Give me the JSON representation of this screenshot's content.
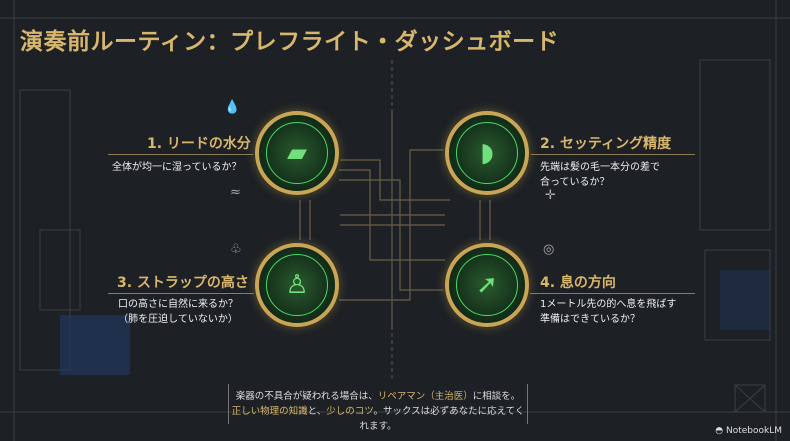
{
  "title": "演奏前ルーティン：プレフライト・ダッシュボード",
  "items": [
    {
      "heading": "1. リードの水分",
      "desc": [
        "全体が均一に湿っているか？"
      ],
      "icon": "reed-icon"
    },
    {
      "heading": "2. セッティング精度",
      "desc": [
        "先端は髪の毛一本分の差で",
        "合っているか？"
      ],
      "icon": "mouthpiece-icon"
    },
    {
      "heading": "3. ストラップの高さ",
      "desc": [
        "口の高さに自然に来るか？",
        "（肺を圧迫していないか）"
      ],
      "icon": "player-icon"
    },
    {
      "heading": "4. 息の方向",
      "desc": [
        "1メートル先の的へ息を飛ばす",
        "準備はできているか？"
      ],
      "icon": "arrow-target-icon"
    }
  ],
  "footer": {
    "line1_a": "楽器の不具合が疑われる場合は、",
    "line1_b": "リペアマン（主治医）",
    "line1_c": "に相談を。",
    "line2_a": "正しい物理の知識",
    "line2_b": "と、",
    "line2_c": "少しのコツ",
    "line2_d": "。サックスは必ずあなたに応えてくれます。"
  },
  "brand": "NotebookLM",
  "colors": {
    "background": "#1d2125",
    "gold": "#d8b66c",
    "green": "#4bd96a"
  }
}
